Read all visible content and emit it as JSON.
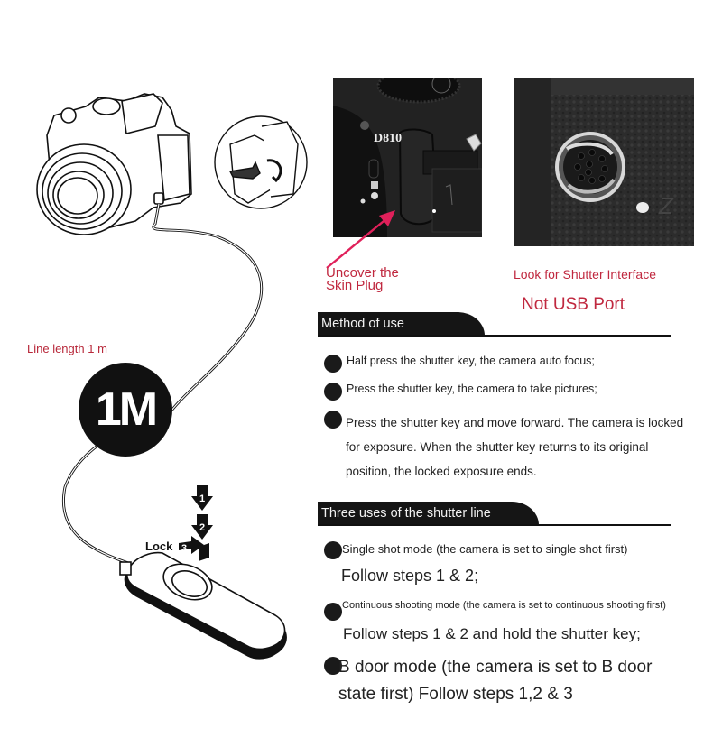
{
  "illustration": {
    "line_length_label": "Line length 1 m",
    "badge_text": "1M",
    "lock_label": "Lock",
    "step_numbers": [
      "1",
      "2",
      "3"
    ]
  },
  "photos": {
    "left": {
      "model_label": "D810",
      "caption_line1": "Uncover the",
      "caption_line2": "Skin Plug"
    },
    "right": {
      "caption": "Look for Shutter Interface",
      "warning": "Not USB Port"
    }
  },
  "method_section": {
    "title": "Method of use",
    "items": [
      "Half press the shutter key, the camera auto focus;",
      "Press the shutter key, the camera to take pictures;",
      "Press the shutter key and move forward. The camera is locked for exposure. When the shutter key returns to its original position, the locked exposure ends."
    ]
  },
  "uses_section": {
    "title": "Three uses of the shutter line",
    "items": [
      {
        "mode": "Single shot mode (the camera is set to single shot first)",
        "steps": "Follow steps 1 & 2;"
      },
      {
        "mode": "Continuous shooting mode (the camera is set to continuous shooting first)",
        "steps": "Follow steps 1 & 2 and hold the shutter key;"
      },
      {
        "mode": "B door mode (the camera is set to B door state first) Follow steps 1,2 & 3",
        "steps": ""
      }
    ]
  },
  "colors": {
    "caption_red": "#c0283f",
    "header_bg": "#151515",
    "arrow_pink": "#e0205a"
  }
}
